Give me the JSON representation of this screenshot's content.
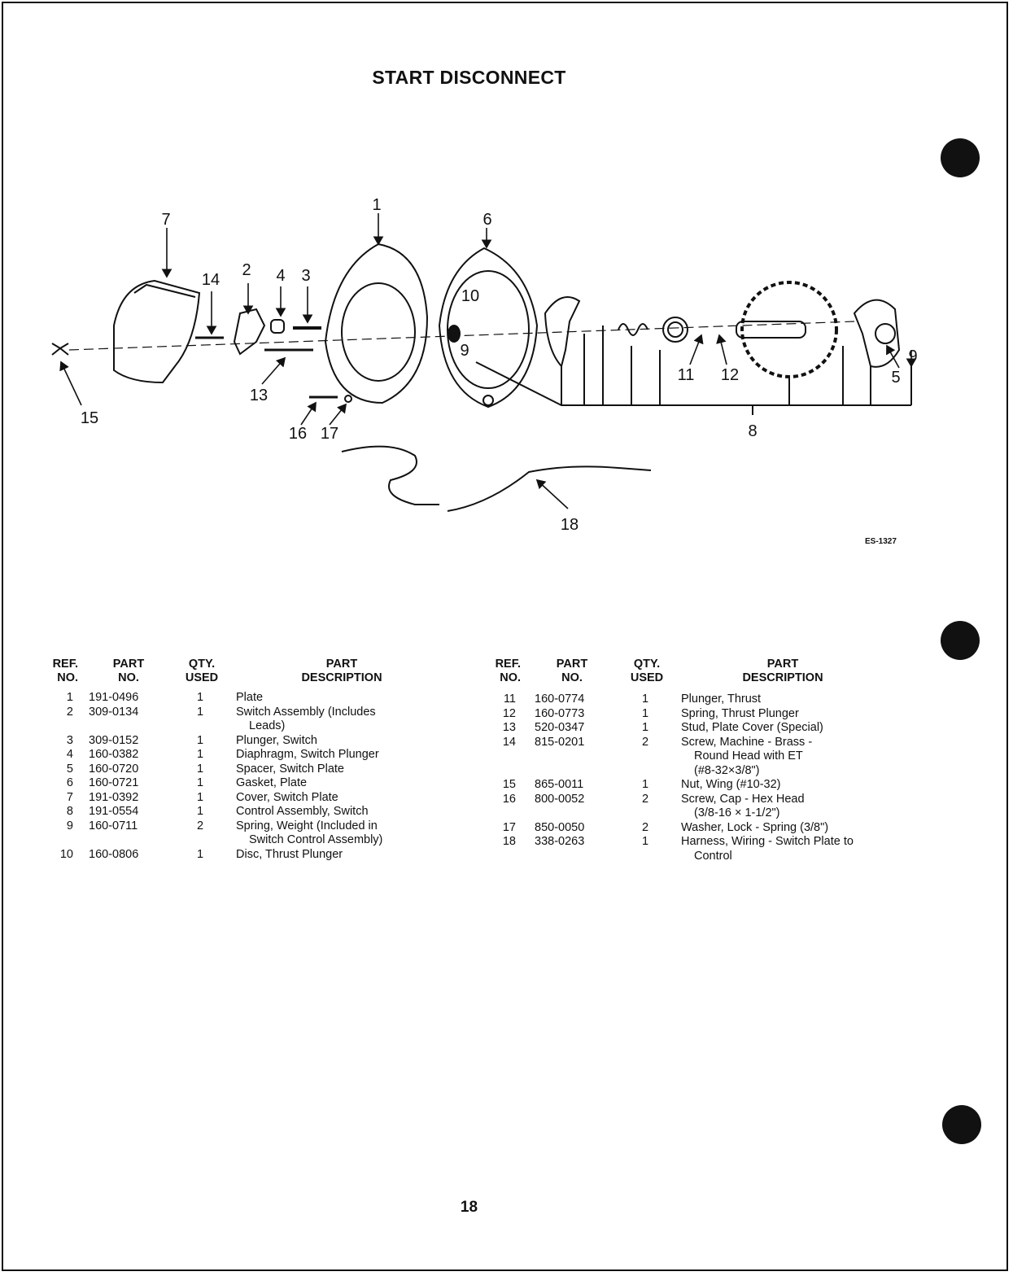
{
  "page": {
    "title": "START DISCONNECT",
    "figure_code": "ES-1327",
    "page_number": "18"
  },
  "diagram": {
    "callouts": [
      "1",
      "2",
      "3",
      "4",
      "5",
      "6",
      "7",
      "8",
      "9",
      "10",
      "11",
      "12",
      "13",
      "14",
      "15",
      "16",
      "17",
      "18"
    ]
  },
  "table_headers": {
    "ref": [
      "REF.",
      "NO."
    ],
    "part": [
      "PART",
      "NO."
    ],
    "qty": [
      "QTY.",
      "USED"
    ],
    "desc": [
      "PART",
      "DESCRIPTION"
    ]
  },
  "parts_left": [
    {
      "ref": "1",
      "part": "191-0496",
      "qty": "1",
      "desc": [
        "Plate"
      ]
    },
    {
      "ref": "2",
      "part": "309-0134",
      "qty": "1",
      "desc": [
        "Switch Assembly (Includes",
        "Leads)"
      ]
    },
    {
      "ref": "3",
      "part": "309-0152",
      "qty": "1",
      "desc": [
        "Plunger, Switch"
      ]
    },
    {
      "ref": "4",
      "part": "160-0382",
      "qty": "1",
      "desc": [
        "Diaphragm, Switch Plunger"
      ]
    },
    {
      "ref": "5",
      "part": "160-0720",
      "qty": "1",
      "desc": [
        "Spacer, Switch Plate"
      ]
    },
    {
      "ref": "6",
      "part": "160-0721",
      "qty": "1",
      "desc": [
        "Gasket, Plate"
      ]
    },
    {
      "ref": "7",
      "part": "191-0392",
      "qty": "1",
      "desc": [
        "Cover, Switch Plate"
      ]
    },
    {
      "ref": "8",
      "part": "191-0554",
      "qty": "1",
      "desc": [
        "Control Assembly, Switch"
      ]
    },
    {
      "ref": "9",
      "part": "160-0711",
      "qty": "2",
      "desc": [
        "Spring, Weight (Included in",
        "Switch Control Assembly)"
      ]
    },
    {
      "ref": "10",
      "part": "160-0806",
      "qty": "1",
      "desc": [
        "Disc, Thrust Plunger"
      ]
    }
  ],
  "parts_right": [
    {
      "ref": "11",
      "part": "160-0774",
      "qty": "1",
      "desc": [
        "Plunger, Thrust"
      ]
    },
    {
      "ref": "12",
      "part": "160-0773",
      "qty": "1",
      "desc": [
        "Spring, Thrust Plunger"
      ]
    },
    {
      "ref": "13",
      "part": "520-0347",
      "qty": "1",
      "desc": [
        "Stud, Plate Cover (Special)"
      ]
    },
    {
      "ref": "14",
      "part": "815-0201",
      "qty": "2",
      "desc": [
        "Screw, Machine - Brass -",
        "Round Head with ET",
        "(#8-32×3/8\")"
      ]
    },
    {
      "ref": "15",
      "part": "865-0011",
      "qty": "1",
      "desc": [
        "Nut, Wing (#10-32)"
      ]
    },
    {
      "ref": "16",
      "part": "800-0052",
      "qty": "2",
      "desc": [
        "Screw, Cap - Hex Head",
        "(3/8-16 × 1-1/2\")"
      ]
    },
    {
      "ref": "17",
      "part": "850-0050",
      "qty": "2",
      "desc": [
        "Washer, Lock - Spring (3/8\")"
      ]
    },
    {
      "ref": "18",
      "part": "338-0263",
      "qty": "1",
      "desc": [
        "Harness, Wiring - Switch Plate to",
        "Control"
      ]
    }
  ]
}
